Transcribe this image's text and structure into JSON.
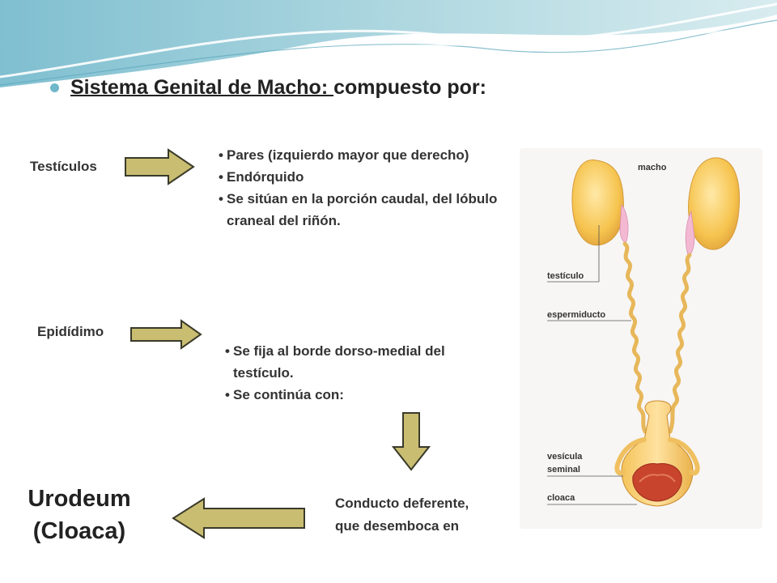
{
  "title": {
    "underlined": "Sistema Genital de Macho: ",
    "rest": "compuesto por:"
  },
  "testiculos": {
    "label": "Testículos",
    "bullets": [
      "Pares (izquierdo mayor que derecho)",
      "Endórquido",
      "Se sitúan en la porción caudal, del lóbulo craneal del riñón."
    ]
  },
  "epididimo": {
    "label": "Epidídimo",
    "bullets": [
      "Se fija al borde dorso-medial del testículo.",
      "Se continúa con:"
    ]
  },
  "conducto": {
    "line1": "Conducto deferente,",
    "line2": "que desemboca en"
  },
  "urodeum": {
    "line1": "Urodeum",
    "line2": "(Cloaca)"
  },
  "illustration": {
    "labels": {
      "macho": "macho",
      "testiculo": "testículo",
      "espermiducto": "espermiducto",
      "vesicula_1": "vesícula",
      "vesicula_2": "seminal",
      "cloaca": "cloaca"
    }
  },
  "colors": {
    "arrow_fill": "#c9bd72",
    "arrow_stroke": "#3a3a2a",
    "accent": "#6fb7c9"
  }
}
